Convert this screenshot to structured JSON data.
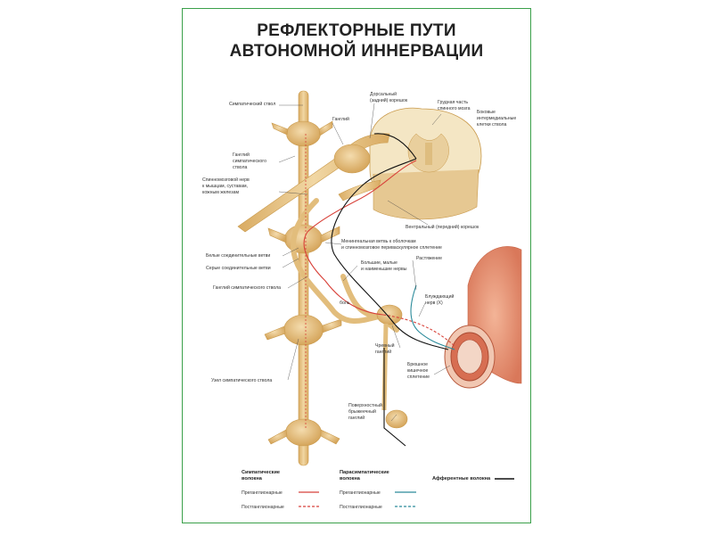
{
  "title": {
    "line1": "РЕФЛЕКТОРНЫЕ ПУТИ",
    "line2": "АВТОНОМНОЙ ИННЕРВАЦИИ"
  },
  "labels": {
    "sympathetic_trunk": "Симпатический ствол",
    "ganglion": "Ганглий",
    "dorsal_root_1": "Дорсальный",
    "dorsal_root_2": "(задний) корешок",
    "thoracic_cord_1": "Грудная часть",
    "thoracic_cord_2": "спинного мозга",
    "lateral_cells_1": "Боковые",
    "lateral_cells_2": "интермедиальные",
    "lateral_cells_3": "клетки ствола",
    "trunk_ganglion_1": "Ганглий",
    "trunk_ganglion_2": "симпатического",
    "trunk_ganglion_3": "ствола",
    "spinal_nerve_1": "Спинномозговой нерв",
    "spinal_nerve_2": "к мышцам, суставам,",
    "spinal_nerve_3": "кожным железам",
    "ventral_root": "Вентральный (передний) корешок",
    "meningeal_1": "Менингеальная ветвь к оболочкам",
    "meningeal_2": "и спинномозговое периваскулярное сплетение",
    "white_rami": "Белые соединительные ветви",
    "gray_rami": "Серые соединительные ветви",
    "splanchnic_1": "Большие, малые",
    "splanchnic_2": "и наименьшие нервы",
    "stretch": "Растяжение",
    "trunk_ganglion_b": "Ганглий симпатического ствола",
    "pain": "боль",
    "vagus_1": "Блуждающий",
    "vagus_2": "нерв (X)",
    "celiac_1": "Чревный",
    "celiac_2": "ганглий",
    "trunk_node": "Узел симпатического ствола",
    "plexus_1": "Брюшное",
    "plexus_2": "кишечное",
    "plexus_3": "сплетение",
    "mesenteric_1": "Поверхностный",
    "mesenteric_2": "брыжеечный",
    "mesenteric_3": "ганглий"
  },
  "legend": {
    "sympathetic_title_1": "Симпатические",
    "sympathetic_title_2": "волокна",
    "parasympathetic_title_1": "Парасимпатические",
    "parasympathetic_title_2": "волокна",
    "afferent_title": "Афферентные волокна",
    "preganglionic": "Преганглионарные",
    "postganglionic": "Постганглионарные"
  },
  "colors": {
    "nerve": "#e9c98e",
    "nerve_edge": "#c99a4c",
    "sympathetic": "#d8423a",
    "parasympathetic": "#2a8a9a",
    "afferent": "#111111",
    "intestine": "#e59a7a",
    "frame": "#3aa04a"
  }
}
